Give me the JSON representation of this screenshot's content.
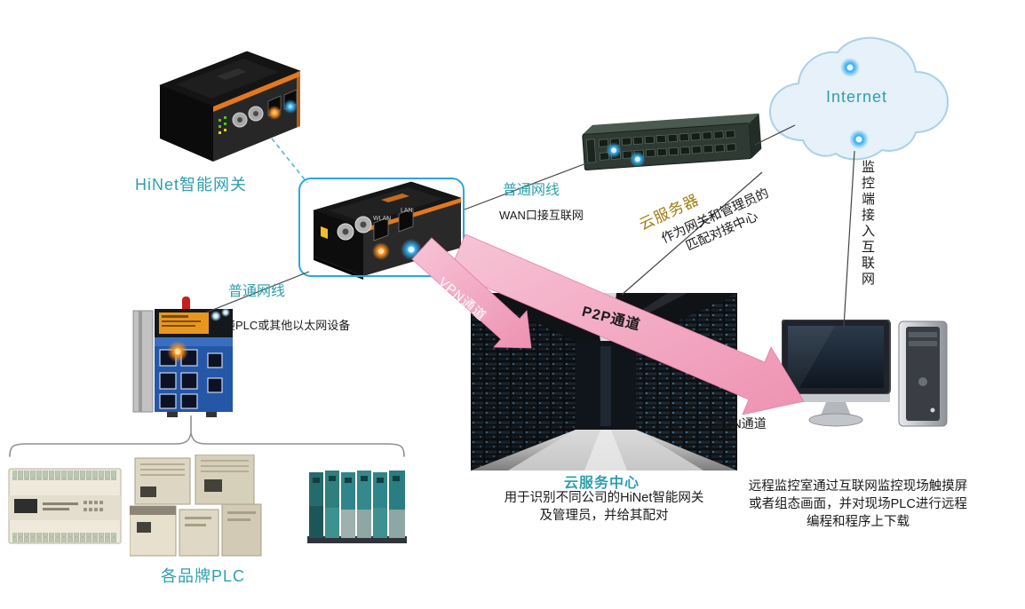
{
  "colors": {
    "teal_label": "#2f9fae",
    "gold_label": "#9e7e10",
    "arrow_pink": "#f2a6bf",
    "highlight_blue": "#2aa8dc"
  },
  "devices": {
    "gateway1_label": "HiNet智能网关",
    "gateway2_port1": "WLAN",
    "gateway2_port2": "LAN",
    "internet_label": "Internet",
    "plc_group_label": "各品牌PLC"
  },
  "connections": {
    "cable_top": "普通网线",
    "wan_note": "WAN口接互联网",
    "cable_left": "普通网线",
    "plc_note": "接PLC或其他以太网设备",
    "cloud_server_label": "云服务器",
    "match_note_line1": "作为网关和管理员的",
    "match_note_line2": "匹配对接中心",
    "monitor_access_note": "监控端接入互联网",
    "vpn_tunnel_1": "VPN通道",
    "p2p_tunnel": "P2P通道",
    "vpn_tunnel_2": "VPN通道"
  },
  "cloud_center": {
    "title": "云服务中心",
    "desc_line1": "用于识别不同公司的HiNet智能网关",
    "desc_line2": "及管理员，并给其配对"
  },
  "remote_room": {
    "desc_line1": "远程监控室通过互联网监控现场触摸屏",
    "desc_line2": "或者组态画面，并对现场PLC进行远程",
    "desc_line3": "编程和程序上下载"
  }
}
